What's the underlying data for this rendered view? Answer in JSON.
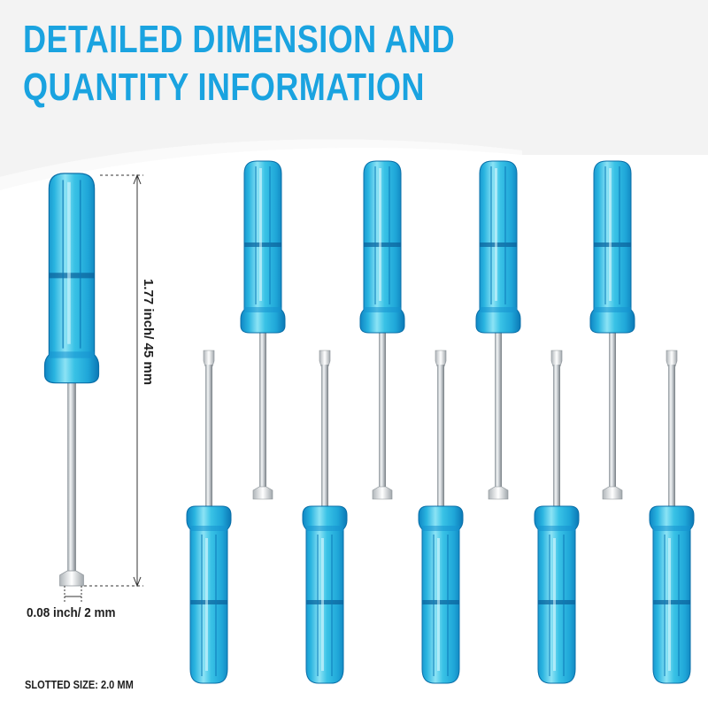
{
  "title": {
    "line1": "DETAILED DIMENSION AND",
    "line2": "QUANTITY INFORMATION"
  },
  "dimensions": {
    "length": "1.77 inch/ 45 mm",
    "tip_width": "0.08 inch/ 2 mm"
  },
  "size_note": "SLOTTED SIZE: 2.0 MM",
  "colors": {
    "title": "#1aa3e0",
    "handle": "#27b8dd",
    "handle_dark": "#0a6fa8",
    "shaft": "#d9dde0"
  }
}
